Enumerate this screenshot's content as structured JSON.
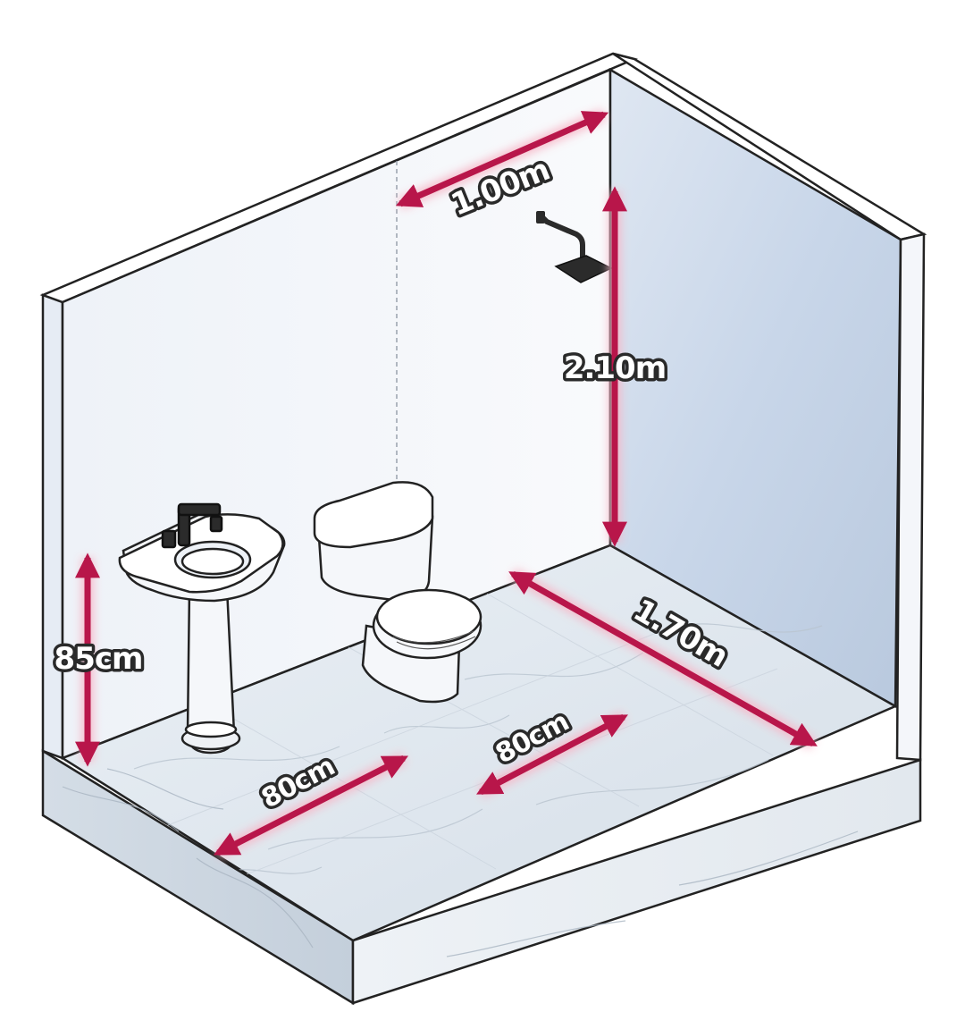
{
  "dimensions": {
    "shower_width": "1.00m",
    "shower_head_height": "2.10m",
    "room_depth": "1.70m",
    "sink_height": "85cm",
    "front_clearance": "80cm",
    "toilet_clearance": "80cm"
  },
  "colors": {
    "dimension_arrow": "#b8164a",
    "dimension_glow": "#f7b8c8",
    "wall": "#f6f8fc",
    "wall_right": "#c9d6e8",
    "floor": "#dfe6ee",
    "outline": "#222222",
    "fixture": "#ffffff",
    "fixture_metal": "#2b2b2b"
  },
  "icons": {
    "sink": "pedestal-sink-icon",
    "toilet": "toilet-icon",
    "shower_head": "shower-head-icon"
  }
}
